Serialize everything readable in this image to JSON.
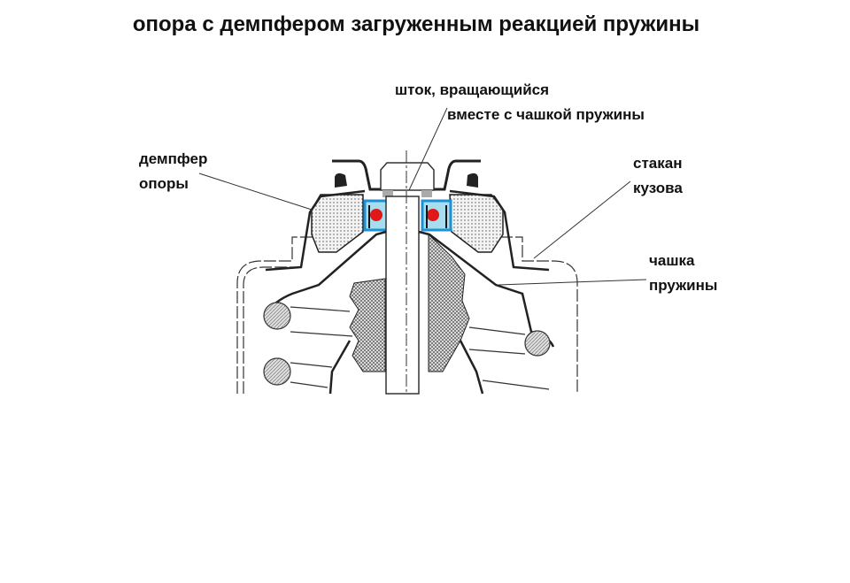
{
  "title": "опора с демпфером загруженным реакцией пружины",
  "labels": {
    "rod": {
      "line1": "шток, вращающийся",
      "line2": "вместе с чашкой пружины"
    },
    "damper": {
      "line1": "демпфер",
      "line2": "опоры"
    },
    "body_cup": {
      "line1": "стакан",
      "line2": "кузова"
    },
    "spring_cup": {
      "line1": "чашка",
      "line2": "пружины"
    }
  },
  "colors": {
    "bearing": "#1e90d6",
    "bearing_fill": "#a8dcef",
    "ball": "#e01818",
    "line": "#222222"
  }
}
